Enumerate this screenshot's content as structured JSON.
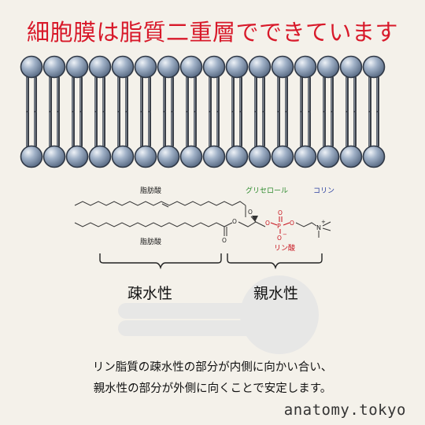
{
  "title": "細胞膜は脂質二重層でできています",
  "molecule": {
    "fatty_acid_top": "脂肪酸",
    "fatty_acid_bottom": "脂肪酸",
    "glycerol": "グリセロール",
    "choline": "コリン",
    "phosphate": "リン酸",
    "atoms": {
      "O": "O",
      "P": "P",
      "N": "N",
      "plus": "+",
      "minus": "−"
    }
  },
  "regions": {
    "hydrophobic": "疎水性",
    "hydrophilic": "親水性"
  },
  "caption": {
    "line1": "リン脂質の疎水性の部分が内側に向かい合い、",
    "line2": "親水性の部分が外側に向くことで安定します。"
  },
  "website": "anatomy.tokyo",
  "colors": {
    "title": "#d8192a",
    "head_fill": "#8d9fb8",
    "glycerol": "#2e8b2e",
    "choline": "#2a3fa0",
    "phosphate": "#c8141e"
  },
  "bilayer": {
    "molecules_per_leaflet": 16
  }
}
